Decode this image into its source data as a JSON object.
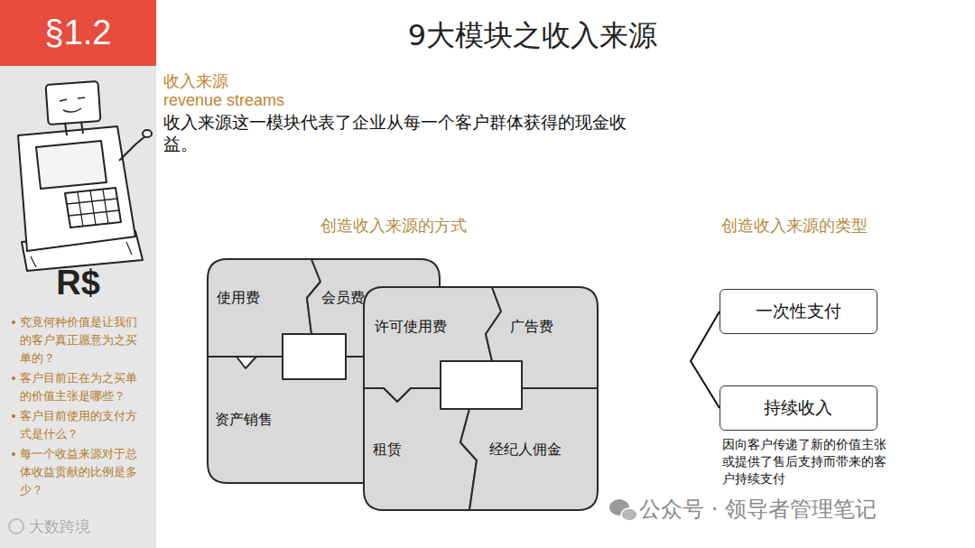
{
  "diagram": {
    "title": "9大模块之收入来源",
    "nodes": [
      {
        "text": [
          "§1.2"
        ]
      },
      {
        "text": [
          "R$",
          "究竟何种价值是让我们的客户真正愿意为之买单的？",
          "客户目前正在为之买单的价值主张是哪些？",
          "客户目前使用的支付方式是什么？",
          "每一个收益来源对于总体收益贡献的比例是多少？"
        ]
      },
      {
        "text": [
          "使用费"
        ]
      },
      {
        "text": [
          "会员费"
        ]
      },
      {
        "text": [
          "资产销售"
        ]
      },
      {
        "text": [
          "许可使用费"
        ]
      },
      {
        "text": [
          "广告费"
        ]
      },
      {
        "text": [
          "租赁"
        ]
      },
      {
        "text": [
          "经纪人佣金"
        ]
      },
      {
        "text": [
          "一次性支付"
        ]
      },
      {
        "text": [
          "持续收入"
        ]
      }
    ],
    "labels": [
      "收入来源",
      "revenue streams",
      "收入来源这一模块代表了企业从每一个客户群体获得的现金收益。",
      "创造收入来源的方式",
      "创造收入来源的类型",
      "因向客户传递了新的价值主张或提供了售后支持而带来的客户持续支付",
      "公众号 · 领导者管理笔记",
      "大数跨境"
    ]
  }
}
